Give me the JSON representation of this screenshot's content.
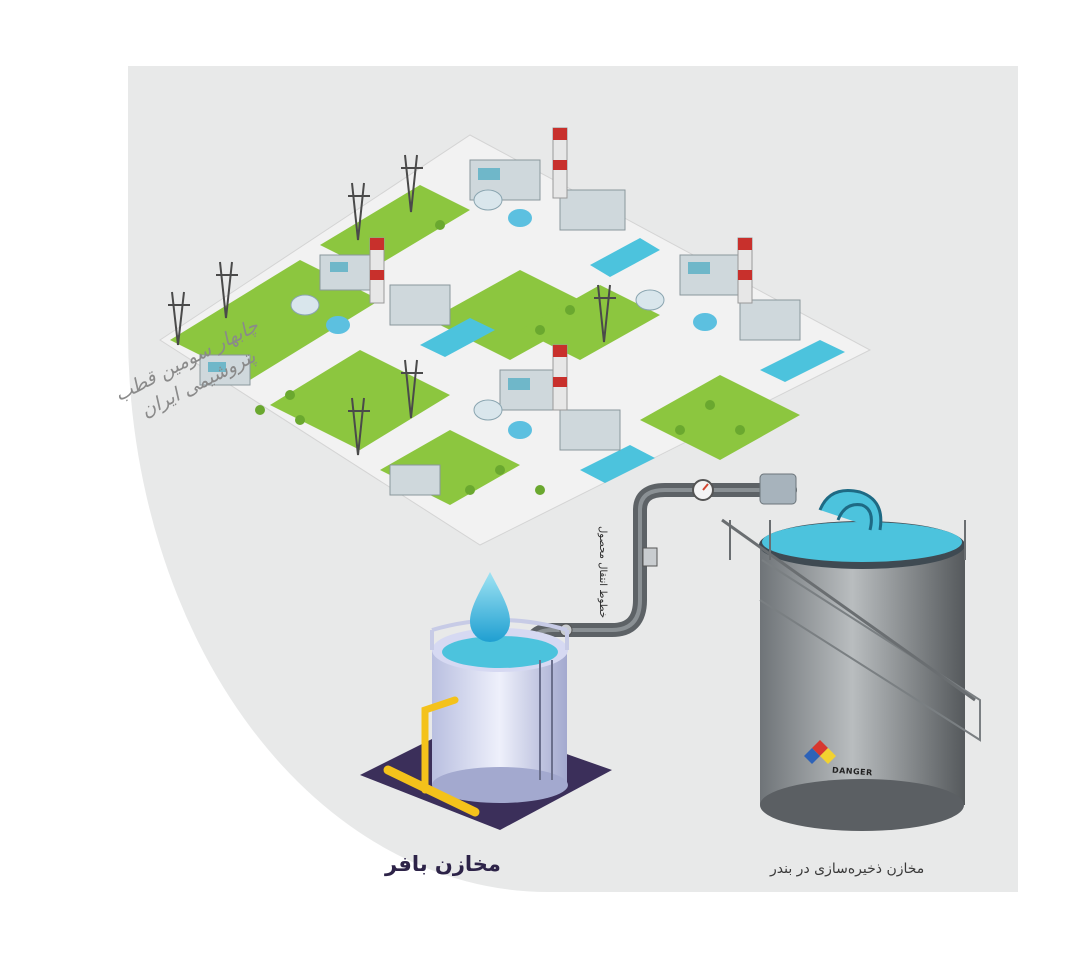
{
  "labels": {
    "buffer_tank": "مخازن بافر",
    "storage_tanks": "مخازن ذخیره‌سازی در بندر",
    "pipeline": "خطوط انتقال محصول",
    "tank_warning": "DANGER"
  },
  "signature": {
    "line1": "چابهار سومین قطب پتروشیمی ایران"
  },
  "colors": {
    "panel": "#e8e9e9",
    "grass": "#8cc63f",
    "water": "#4cc3dd",
    "buffer_base": "#3b2f5a",
    "pipe": "#5d6266",
    "text_dark": "#2d2348"
  }
}
